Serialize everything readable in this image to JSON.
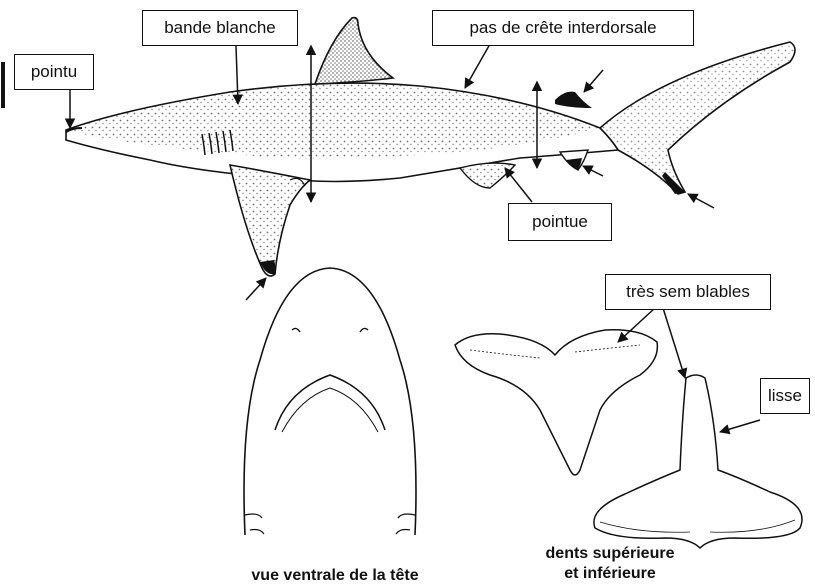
{
  "labels": {
    "pointu": "pointu",
    "bande_blanche": "bande blanche",
    "pas_de_crete": "pas de crête interdorsale",
    "pointue": "pointue",
    "tres_semblables": "très sem blables",
    "lisse": "lisse"
  },
  "captions": {
    "head_view": "vue ventrale de la tête",
    "teeth_line1": "dents supérieure",
    "teeth_line2": "et inférieure"
  }
}
